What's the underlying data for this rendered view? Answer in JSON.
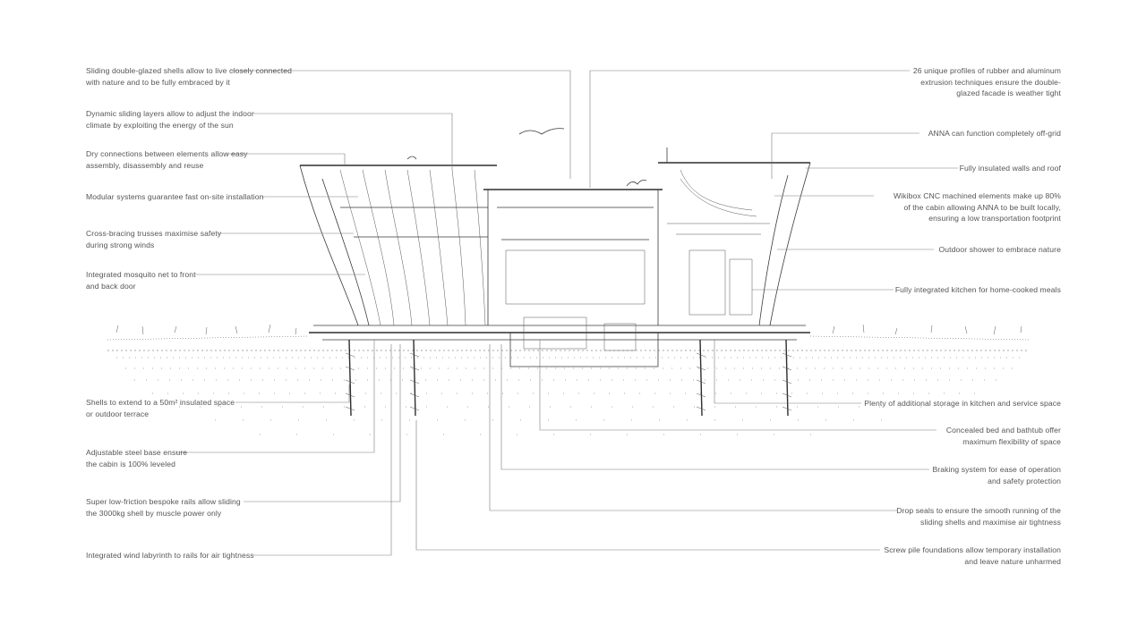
{
  "labels_left": [
    "Sliding double-glazed shells allow to live closely connected\nwith nature and to be fully embraced by it",
    "Dynamic sliding layers allow to adjust the indoor\nclimate by exploiting the energy of the sun",
    "Dry connections between elements allow easy\nassembly, disassembly and reuse",
    "Modular systems guarantee fast on-site installation",
    "Cross-bracing trusses maximise safety\nduring strong winds",
    "Integrated mosquito net to front\nand back door",
    "Shells to extend to a 50m² insulated space\nor outdoor terrace",
    "Adjustable steel base ensure\nthe cabin is 100% leveled",
    "Super low-friction bespoke rails allow sliding\nthe 3000kg shell by muscle power only",
    "Integrated wind labyrinth to rails for air tightness"
  ],
  "labels_right": [
    "26 unique profiles of rubber and aluminum\nextrusion techniques ensure the double-\nglazed facade is weather tight",
    "ANNA can function completely off-grid",
    "Fully insulated walls and roof",
    "Wikibox CNC machined elements make up 80%\nof the cabin allowing ANNA to be built locally,\nensuring a low transportation footprint",
    "Outdoor shower to embrace nature",
    "Fully integrated kitchen for home-cooked meals",
    "Plenty of additional storage in kitchen and service space",
    "Concealed bed and bathtub offer\nmaximum flexibility of space",
    "Braking system for ease of operation\nand safety protection",
    "Drop seals to ensure the smooth running of the\nsliding shells and maximise air tightness",
    "Screw pile foundations allow temporary installation\nand leave nature unharmed"
  ]
}
